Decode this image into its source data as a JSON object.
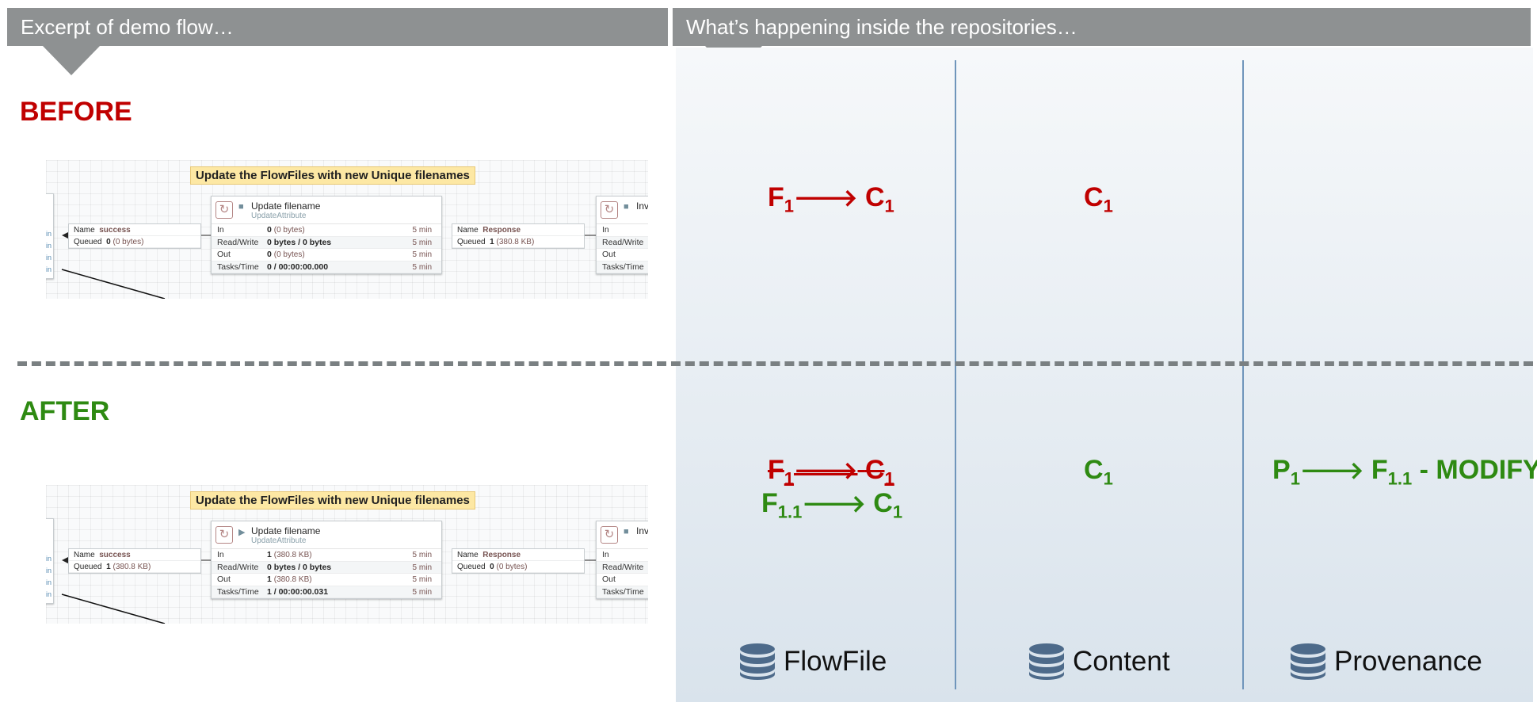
{
  "left_header": "Excerpt of demo flow…",
  "right_header": "What’s happening inside the repositories…",
  "before": {
    "title": "BEFORE",
    "canvas": {
      "label": "Update the FlowFiles with new Unique filenames",
      "processor": {
        "name": "Update filename",
        "type": "UpdateAttribute",
        "rows": [
          {
            "key": "In",
            "value": "0",
            "detail": "(0 bytes)",
            "time": "5 min"
          },
          {
            "key": "Read/Write",
            "value": "0 bytes / 0 bytes",
            "detail": "",
            "time": "5 min"
          },
          {
            "key": "Out",
            "value": "0",
            "detail": "(0 bytes)",
            "time": "5 min"
          },
          {
            "key": "Tasks/Time",
            "value": "0 / 00:00:00.000",
            "detail": "",
            "time": "5 min"
          }
        ]
      },
      "left_connection": {
        "name_key": "Name",
        "name": "success",
        "queued_key": "Queued",
        "queued": "0",
        "queued_detail": "(0 bytes)"
      },
      "right_connection": {
        "name_key": "Name",
        "name": "Response",
        "queued_key": "Queued",
        "queued": "1",
        "queued_detail": "(380.8 KB)"
      },
      "stub_labels": [
        "In",
        "Read/Write",
        "Out",
        "Tasks/Time"
      ],
      "stub_name": "Inv",
      "in_labels": [
        "in",
        "in",
        "in",
        "in"
      ]
    },
    "flowfile": {
      "f": "F",
      "f_sub": "1",
      "arrow": "🡒",
      "c": "C",
      "c_sub": "1"
    },
    "content": {
      "c": "C",
      "c_sub": "1"
    }
  },
  "after": {
    "title": "AFTER",
    "canvas": {
      "label": "Update the FlowFiles with new Unique filenames",
      "processor": {
        "name": "Update filename",
        "type": "UpdateAttribute",
        "rows": [
          {
            "key": "In",
            "value": "1",
            "detail": "(380.8 KB)",
            "time": "5 min"
          },
          {
            "key": "Read/Write",
            "value": "0 bytes / 0 bytes",
            "detail": "",
            "time": "5 min"
          },
          {
            "key": "Out",
            "value": "1",
            "detail": "(380.8 KB)",
            "time": "5 min"
          },
          {
            "key": "Tasks/Time",
            "value": "1 / 00:00:00.031",
            "detail": "",
            "time": "5 min"
          }
        ]
      },
      "left_connection": {
        "name_key": "Name",
        "name": "success",
        "queued_key": "Queued",
        "queued": "1",
        "queued_detail": "(380.8 KB)"
      },
      "right_connection": {
        "name_key": "Name",
        "name": "Response",
        "queued_key": "Queued",
        "queued": "0",
        "queued_detail": "(0 bytes)"
      },
      "stub_labels": [
        "In",
        "Read/Write",
        "Out",
        "Tasks/Time"
      ],
      "stub_name": "Inv",
      "in_labels": [
        "in",
        "in",
        "in",
        "in"
      ]
    },
    "flowfile_old": {
      "f": "F",
      "f_sub": "1",
      "arrow": "🡒",
      "c": "C",
      "c_sub": "1"
    },
    "flowfile_new": {
      "f": "F",
      "f_sub": "1.1",
      "arrow": "🡒",
      "c": "C",
      "c_sub": "1"
    },
    "content": {
      "c": "C",
      "c_sub": "1"
    },
    "provenance": {
      "p": "P",
      "p_sub": "1",
      "arrow": "🡒",
      "f": "F",
      "f_sub": "1.1",
      "suffix": " - MODIFY"
    }
  },
  "repositories": [
    "FlowFile",
    "Content",
    "Provenance"
  ],
  "colors": {
    "header": "#8e9192",
    "before": "#c00000",
    "after": "#2e8a12",
    "divider": "#6f95bb",
    "db_icon": "#4d6a8a"
  },
  "icons": [
    "database-icon",
    "processor-icon",
    "stopped-icon",
    "running-icon"
  ]
}
